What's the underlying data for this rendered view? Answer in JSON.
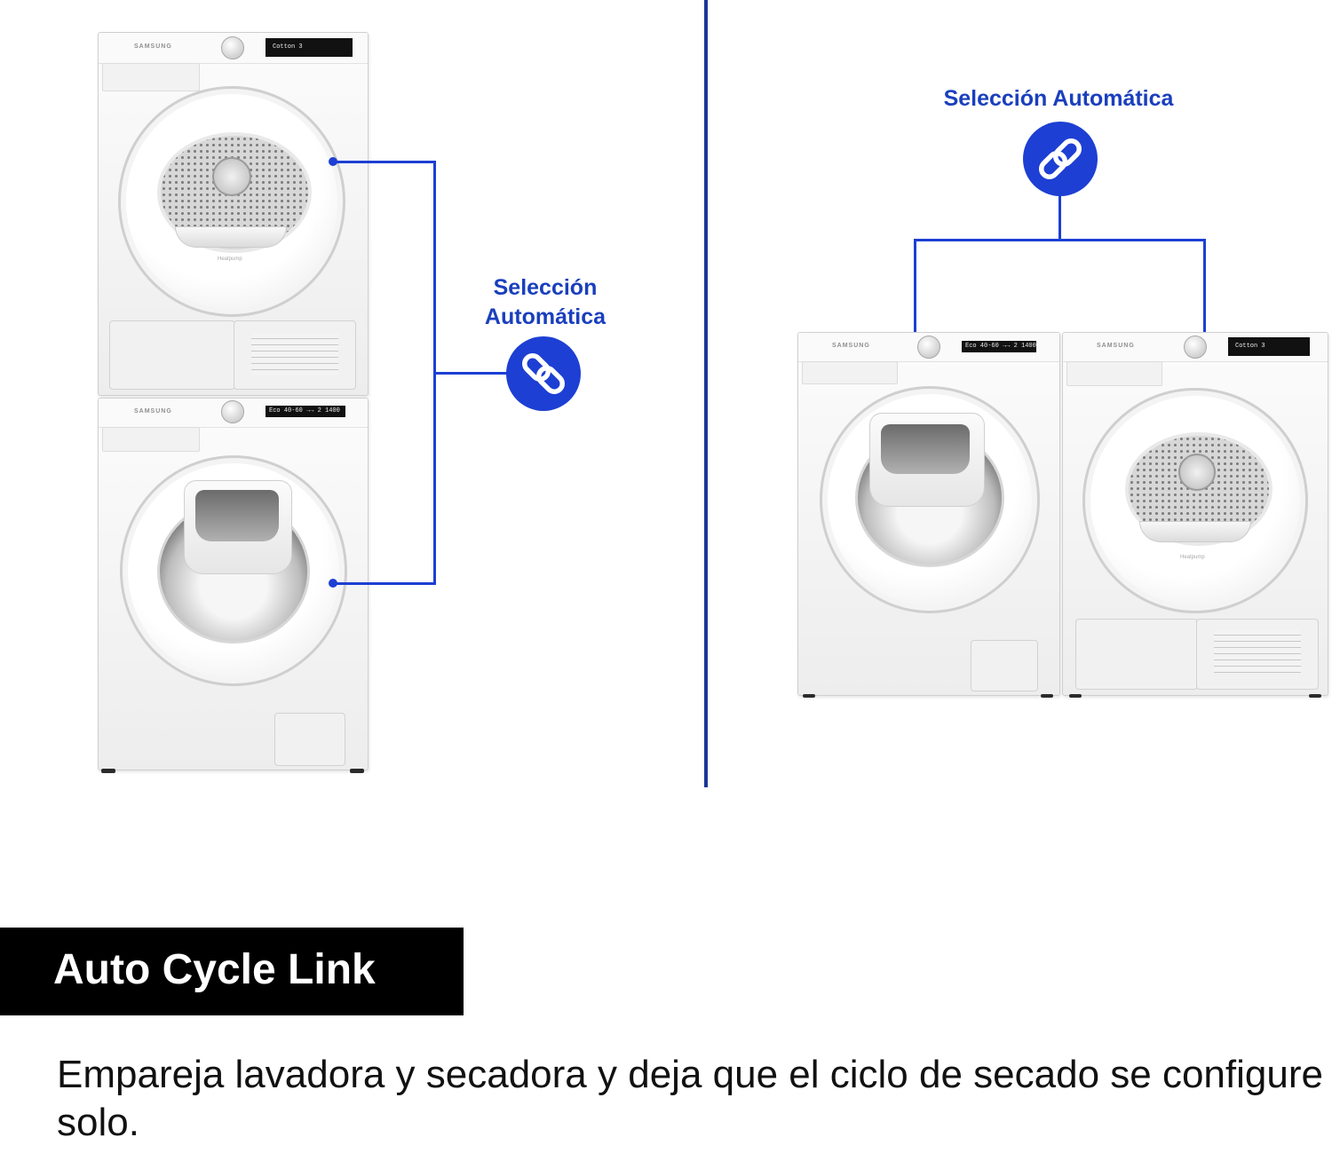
{
  "brand": "SAMSUNG",
  "dryer_label": "Heatpump",
  "displays": {
    "dryer": "Cotton  3",
    "washer": "Eco 40-60  →→  2  1400"
  },
  "left_badge": {
    "line1": "Selección",
    "line2": "Automática",
    "icon": "link-icon"
  },
  "right_badge": {
    "text": "Selección Automática",
    "icon": "link-icon"
  },
  "title": "Auto Cycle Link",
  "description": "Empareja lavadora y secadora y deja que el ciclo de secado se configure solo.",
  "colors": {
    "accent": "#1d3fd3",
    "divider": "#1a3796",
    "title_bg": "#000000"
  }
}
